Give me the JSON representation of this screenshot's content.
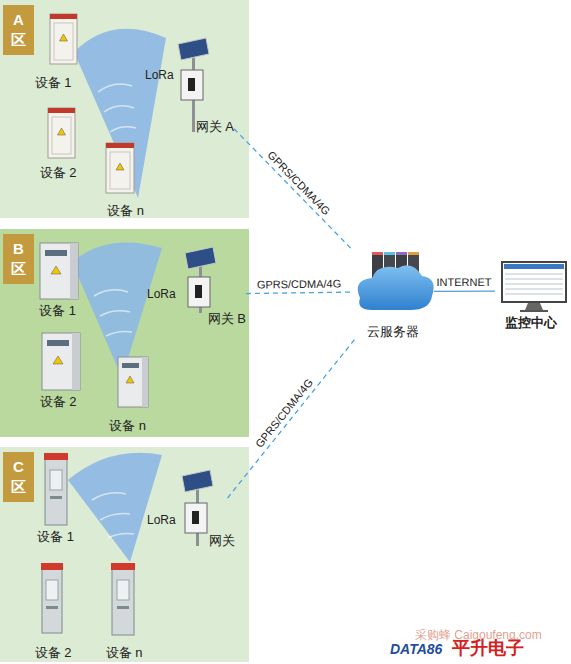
{
  "diagram": {
    "nodes": [
      {
        "text": [
          "A 区"
        ]
      },
      {
        "text": [
          "设备 1"
        ],
        "in": 0
      },
      {
        "text": [
          "设备 2"
        ],
        "in": 0
      },
      {
        "text": [
          "设备 n"
        ],
        "in": 0
      },
      {
        "text": [
          "网关 A"
        ],
        "in": 0
      },
      {
        "text": [
          "B 区"
        ]
      },
      {
        "text": [
          "设备 1"
        ],
        "in": 5
      },
      {
        "text": [
          "设备 2"
        ],
        "in": 5
      },
      {
        "text": [
          "设备 n"
        ],
        "in": 5
      },
      {
        "text": [
          "网关 B"
        ],
        "in": 5
      },
      {
        "text": [
          "C 区"
        ]
      },
      {
        "text": [
          "设备 1"
        ],
        "in": 10
      },
      {
        "text": [
          "设备 2"
        ],
        "in": 10
      },
      {
        "text": [
          "设备 n"
        ],
        "in": 10
      },
      {
        "text": [
          "网关"
        ],
        "in": 10
      },
      {
        "text": [
          "云服务器"
        ]
      },
      {
        "text": [
          "监控中心"
        ]
      }
    ],
    "edges": [
      {
        "from": 4,
        "to": 15,
        "label": "GPRS/CDMA/4G",
        "arrow": "none"
      },
      {
        "from": 9,
        "to": 15,
        "label": "GPRS/CDMA/4G",
        "arrow": "none"
      },
      {
        "from": 14,
        "to": 15,
        "label": "GPRS/CDMA/4G",
        "arrow": "none"
      },
      {
        "from": 15,
        "to": 16,
        "label": "INTERNET",
        "arrow": "none"
      }
    ],
    "labels": [
      "LoRa",
      "LoRa",
      "LoRa",
      "采购蜂 Caigoufeng.com",
      "DATA86",
      "平升电子"
    ]
  }
}
